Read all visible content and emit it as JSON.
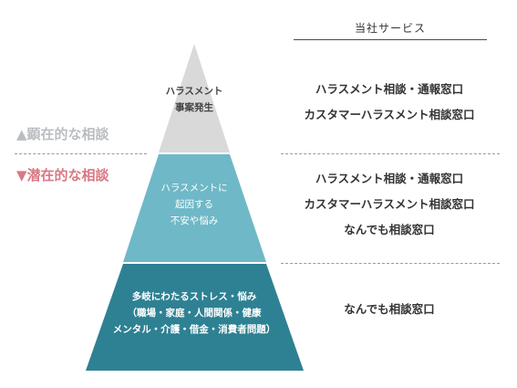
{
  "services_header": "当社サービス",
  "label_above": "▲顕在的な相談",
  "label_below": "▼潜在的な相談",
  "tiers": [
    {
      "lines": [
        "ハラスメント",
        "事案発生"
      ],
      "color": "#d9d9d9"
    },
    {
      "lines": [
        "ハラスメントに",
        "起因する",
        "不安や悩み"
      ],
      "color": "#6fb8c7"
    },
    {
      "lines": [
        "多岐にわたるストレス・悩み",
        "（職場・家庭・人間関係・健康",
        "メンタル・介護・借金・消費者問題）"
      ],
      "color": "#2e8193"
    }
  ],
  "services": [
    [
      "ハラスメント相談・通報窓口",
      "カスタマーハラスメント相談窓口"
    ],
    [
      "ハラスメント相談・通報窓口",
      "カスタマーハラスメント相談窓口",
      "なんでも相談窓口"
    ],
    [
      "なんでも相談窓口"
    ]
  ]
}
